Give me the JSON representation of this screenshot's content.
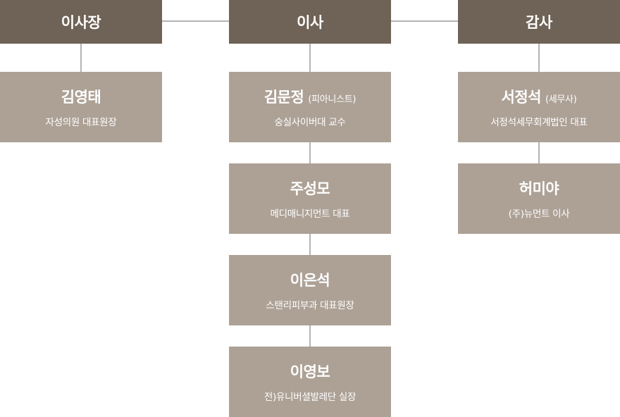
{
  "headers": {
    "chair": "이사장",
    "directors": "이사",
    "auditor": "감사"
  },
  "chair_col": [
    {
      "name": "김영태",
      "note": "",
      "desc": "자성의원 대표원장"
    }
  ],
  "directors_col": [
    {
      "name": "김문정",
      "note": "(피아니스트)",
      "desc": "숭실사이버대 교수"
    },
    {
      "name": "주성모",
      "note": "",
      "desc": "메디매니지먼트 대표"
    },
    {
      "name": "이은석",
      "note": "",
      "desc": "스탠리피부과 대표원장"
    },
    {
      "name": "이영보",
      "note": "",
      "desc": "전)유니버셜발레단 실장"
    }
  ],
  "auditor_col": [
    {
      "name": "서정석",
      "note": "(세무사)",
      "desc": "서정석세무회계법인 대표"
    },
    {
      "name": "허미야",
      "note": "",
      "desc": "(주)뉴먼트 이사"
    }
  ],
  "colors": {
    "header_bg": "#6f6256",
    "box_bg": "#ada196",
    "line": "#b4b4b4",
    "text": "#ffffff"
  }
}
